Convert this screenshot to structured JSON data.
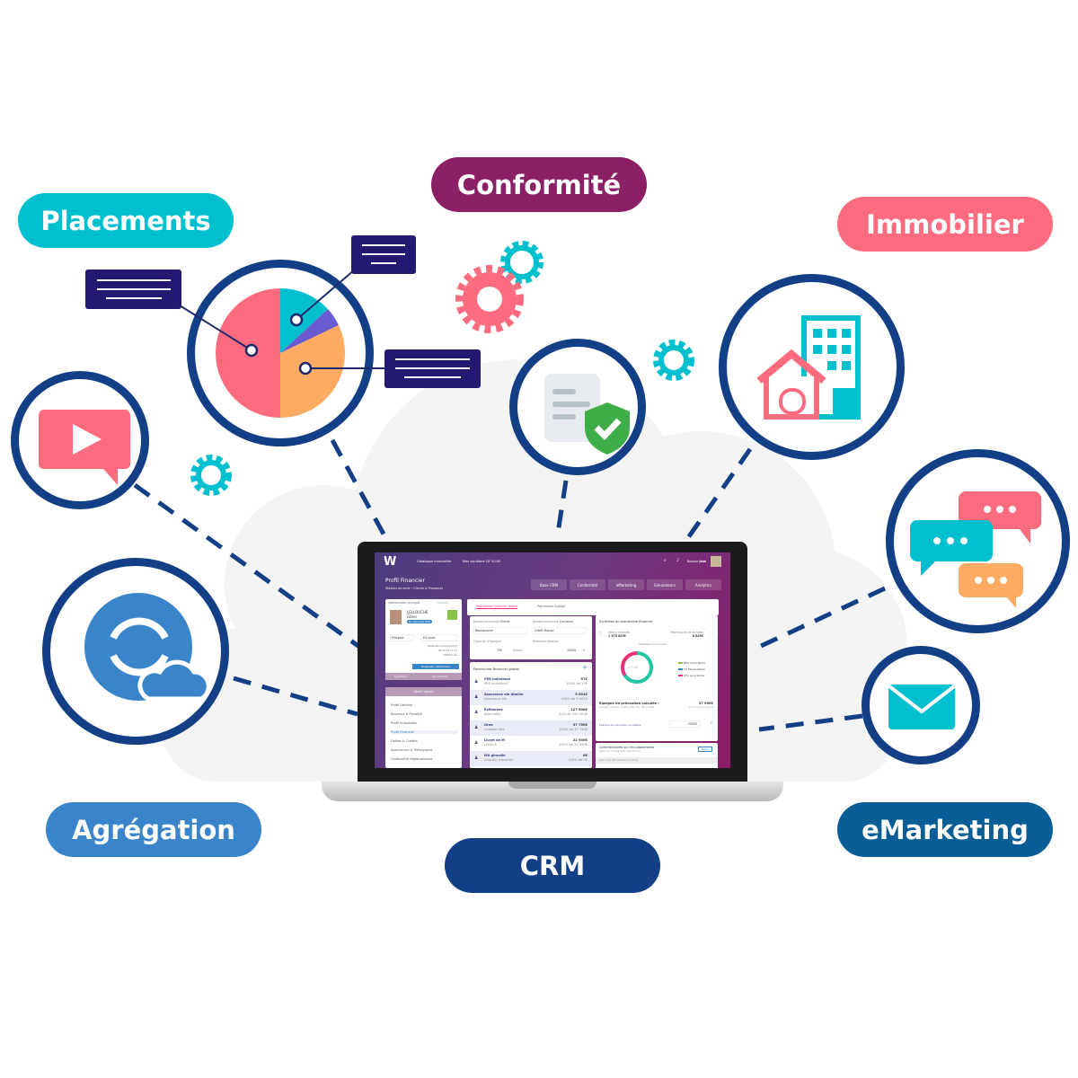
{
  "labels": {
    "placements": "Placements",
    "conformite": "Conformité",
    "immobilier": "Immobilier",
    "agregation": "Agrégation",
    "crm": "CRM",
    "emarketing": "eMarketing"
  },
  "colors": {
    "placements": "#00c0cf",
    "conformite": "#8b2066",
    "immobilier": "#fc6b7e",
    "agregation": "#3a84c9",
    "crm": "#123f86",
    "emarketing": "#0a5e96",
    "navy": "#123f86"
  },
  "app": {
    "nav": [
      "Catalogue immobilier",
      "Mes solutions CIF & IAS"
    ],
    "greeting": "Bonjour",
    "user": "Jean",
    "title": "Profil Financier",
    "breadcrumb": "Tableau de bord • Clients & Prospects",
    "actions": [
      "Base CRM",
      "Conformité",
      "eMarketing",
      "Simulateurs",
      "Analytics"
    ],
    "client": {
      "tab1": "Interlocuteur principal",
      "tab2": "Conjoint",
      "last": "LELLOUCHE",
      "first": "Gilles",
      "badge": "Du Vendredi 8/07",
      "status": "Prospect",
      "stage": "En cours",
      "email": "gilles.lellouche@wixit.fr",
      "phone": "06 20 00 13 41",
      "city": "59800 Lille",
      "diag": "Diagnostic patrimonial",
      "synth": "Synthèse",
      "docs": "Documents"
    },
    "quick": {
      "title": "Saisie rapide",
      "items": [
        "Profil Général",
        "Revenus & Fiscalité",
        "Profil Immobilier",
        "Profil Financier",
        "Dettes & Crédits",
        "Assurances & Prévoyance",
        "Conformité réglementaire"
      ]
    },
    "tabs": [
      "Patrimoine Financier Global",
      "Patrimoine Agrégé"
    ],
    "bank": {
      "client_label": "Banque principale",
      "client_bold": "Client",
      "conj_bold": "Conjoint",
      "client": "Boursorama",
      "conj": "Crédit Mutuel",
      "capacity_label": "Capacité d'épargne",
      "capacity": "750",
      "capacity_unit": "€/mois",
      "remploi_label": "Réemploi possible",
      "remploi": "15000",
      "remploi_unit": "€"
    },
    "global": {
      "title": "Patrimoine financier global",
      "rows": [
        {
          "name": "PER individuel",
          "sub": "PER Individuel",
          "amount": "57€",
          "pct": "100% de 57€"
        },
        {
          "name": "Assurance vie Abeille",
          "sub": "Assurance Vie",
          "amount": "5 001€",
          "pct": "100% de 5 001€"
        },
        {
          "name": "Exiliennes",
          "sub": "Alternatifs",
          "amount": "127 500€",
          "pct": "51% de 250 000€"
        },
        {
          "name": "Oreo",
          "sub": "Compte titre",
          "amount": "37 750€",
          "pct": "100% de 37 750€"
        },
        {
          "name": "Livret de M",
          "sub": "Livret A",
          "amount": "22 950€",
          "pct": "100% de 22 950€"
        },
        {
          "name": "MA girardin",
          "sub": "Girardin industriel",
          "amount": "0€",
          "pct": "100% de 0€"
        }
      ]
    },
    "synthese": {
      "title": "Synthèse du patrimoine financier",
      "valeur_label": "Valeur estimée",
      "valeur": "1 975 629€",
      "revenus_label": "Revenus bruts annuels",
      "revenus": "8 649€",
      "ventilation": "Ventilation par horizon",
      "donut_center": "375 K€",
      "legend": [
        {
          "label": "65% Court terme",
          "value": 65,
          "color": "#8bc34a"
        },
        {
          "label": "1% Moyen terme",
          "value": 1,
          "color": "#3a84c9"
        },
        {
          "label": "34% Long terme",
          "value": 34,
          "color": "#ef2e7b"
        }
      ],
      "donut": [
        {
          "value": 65,
          "color": "#26c6a3"
        },
        {
          "value": 1,
          "color": "#3a84c9"
        },
        {
          "value": 34,
          "color": "#ef2e7b"
        }
      ],
      "epargne_label": "Epargne de précaution calculée :",
      "epargne": "37 950€",
      "epargne_sub": "Comptes courants, Livret A, LDD, CEL, LEP et LDDS",
      "epargne_note": "soit 1 mois de revenus",
      "souhait_label": "Epargne de précaution souhaitée",
      "souhait": "25000",
      "souhait_unit": "€"
    },
    "comments": {
      "title": "Commentaires sur les placements",
      "sub": "repris sur le Diagnostic patrimonial",
      "edit": "Éditer",
      "preview": "Aperçu des 400 premiers caractères"
    }
  }
}
